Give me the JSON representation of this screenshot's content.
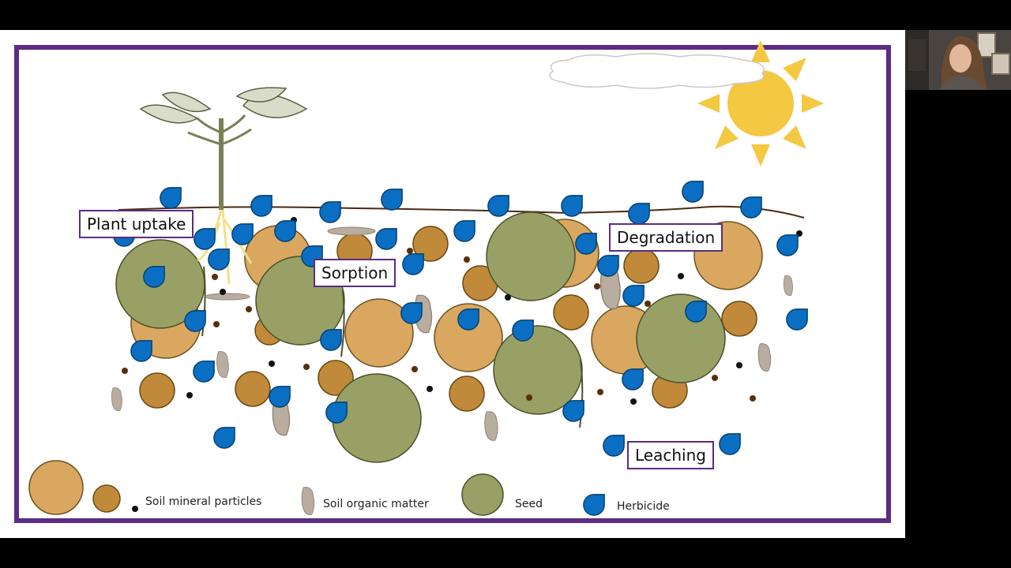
{
  "labels": {
    "plant_uptake": "Plant uptake",
    "sorption": "Sorption",
    "degradation": "Degradation",
    "leaching": "Leaching"
  },
  "legend": {
    "soil_mineral": "Soil mineral particles",
    "organic_matter": "Soil organic matter",
    "seed": "Seed",
    "herbicide": "Herbicide"
  },
  "colors": {
    "border": "#5b2c83",
    "large_mineral": "#d9a760",
    "medium_mineral": "#c08a3a",
    "small_mineral": "#5a2e0c",
    "clay": "#111111",
    "organic_matter": "#b9ada0",
    "seed": "#98a065",
    "herbicide": "#0a6fc2",
    "sun": "#f5c842",
    "leaf": "#d8dcc8"
  },
  "icons": [
    "sun-icon",
    "cloud-icon",
    "plant-icon",
    "herbicide-drop-icon",
    "webcam-presenter"
  ]
}
